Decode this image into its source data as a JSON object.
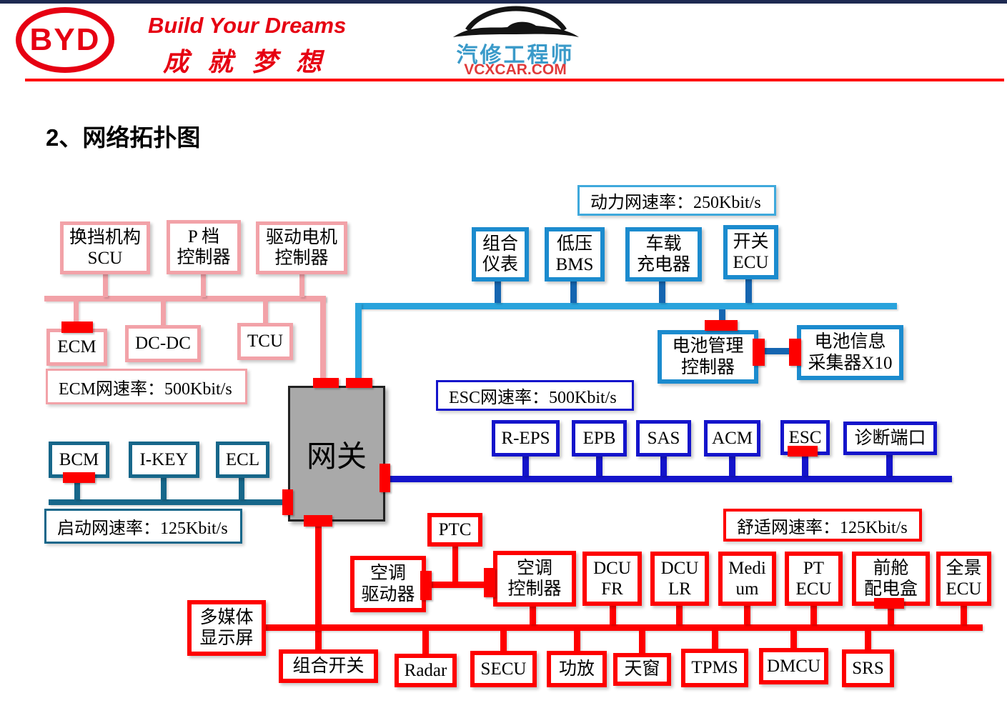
{
  "header": {
    "byd_logo_text": "BYD",
    "slogan_en": "Build Your Dreams",
    "slogan_cn": "成就梦想",
    "site_name": "汽修工程师",
    "site_url": "VCXCAR.COM"
  },
  "title": "2、网络拓扑图",
  "diagram": {
    "gateway": "网关",
    "ecm_net": {
      "speed": "ECM网速率：500Kbit/s",
      "scu": "换挡机构\nSCU",
      "p_gear": "P 档\n控制器",
      "drive_motor": "驱动电机\n控制器",
      "ecm": "ECM",
      "dcdc": "DC-DC",
      "tcu": "TCU"
    },
    "power_net": {
      "speed": "动力网速率：250Kbit/s",
      "cluster": "组合\n仪表",
      "lv_bms": "低压\nBMS",
      "obc": "车载\n充电器",
      "switch_ecu": "开关\nECU",
      "bat_mgmt": "电池管理\n控制器",
      "bat_info": "电池信息\n采集器X10"
    },
    "esc_net": {
      "speed": "ESC网速率：500Kbit/s",
      "reps": "R-EPS",
      "epb": "EPB",
      "sas": "SAS",
      "acm": "ACM",
      "esc": "ESC",
      "diag": "诊断端口"
    },
    "start_net": {
      "speed": "启动网速率：125Kbit/s",
      "bcm": "BCM",
      "ikey": "I-KEY",
      "ecl": "ECL"
    },
    "comfort_net": {
      "speed": "舒适网速率：125Kbit/s",
      "ptc": "PTC",
      "ac_driver": "空调\n驱动器",
      "ac_ctrl": "空调\n控制器",
      "dcu_fr": "DCU\nFR",
      "dcu_lr": "DCU\nLR",
      "medium": "Medi\num",
      "pt_ecu": "PT\nECU",
      "front_pdb": "前舱\n配电盒",
      "pano_ecu": "全景\nECU",
      "mm_display": "多媒体\n显示屏",
      "combo_switch": "组合开关",
      "radar": "Radar",
      "secu": "SECU",
      "amp": "功放",
      "sunroof": "天窗",
      "tpms": "TPMS",
      "dmcu": "DMCU",
      "srs": "SRS"
    }
  },
  "colors": {
    "brand_red": "#e60012",
    "site_blue": "#3a9ac9",
    "pink_net": "#f2a2a8",
    "power_bus_cyan": "#29a3dc",
    "power_box_blue": "#1b8bce",
    "power_drop_blue": "#1565b0",
    "esc_blue": "#1414cb",
    "start_teal": "#17678a",
    "comfort_red": "#fe0000",
    "terminator_red": "#fe0000",
    "gateway_gray": "#a9a9a9"
  }
}
